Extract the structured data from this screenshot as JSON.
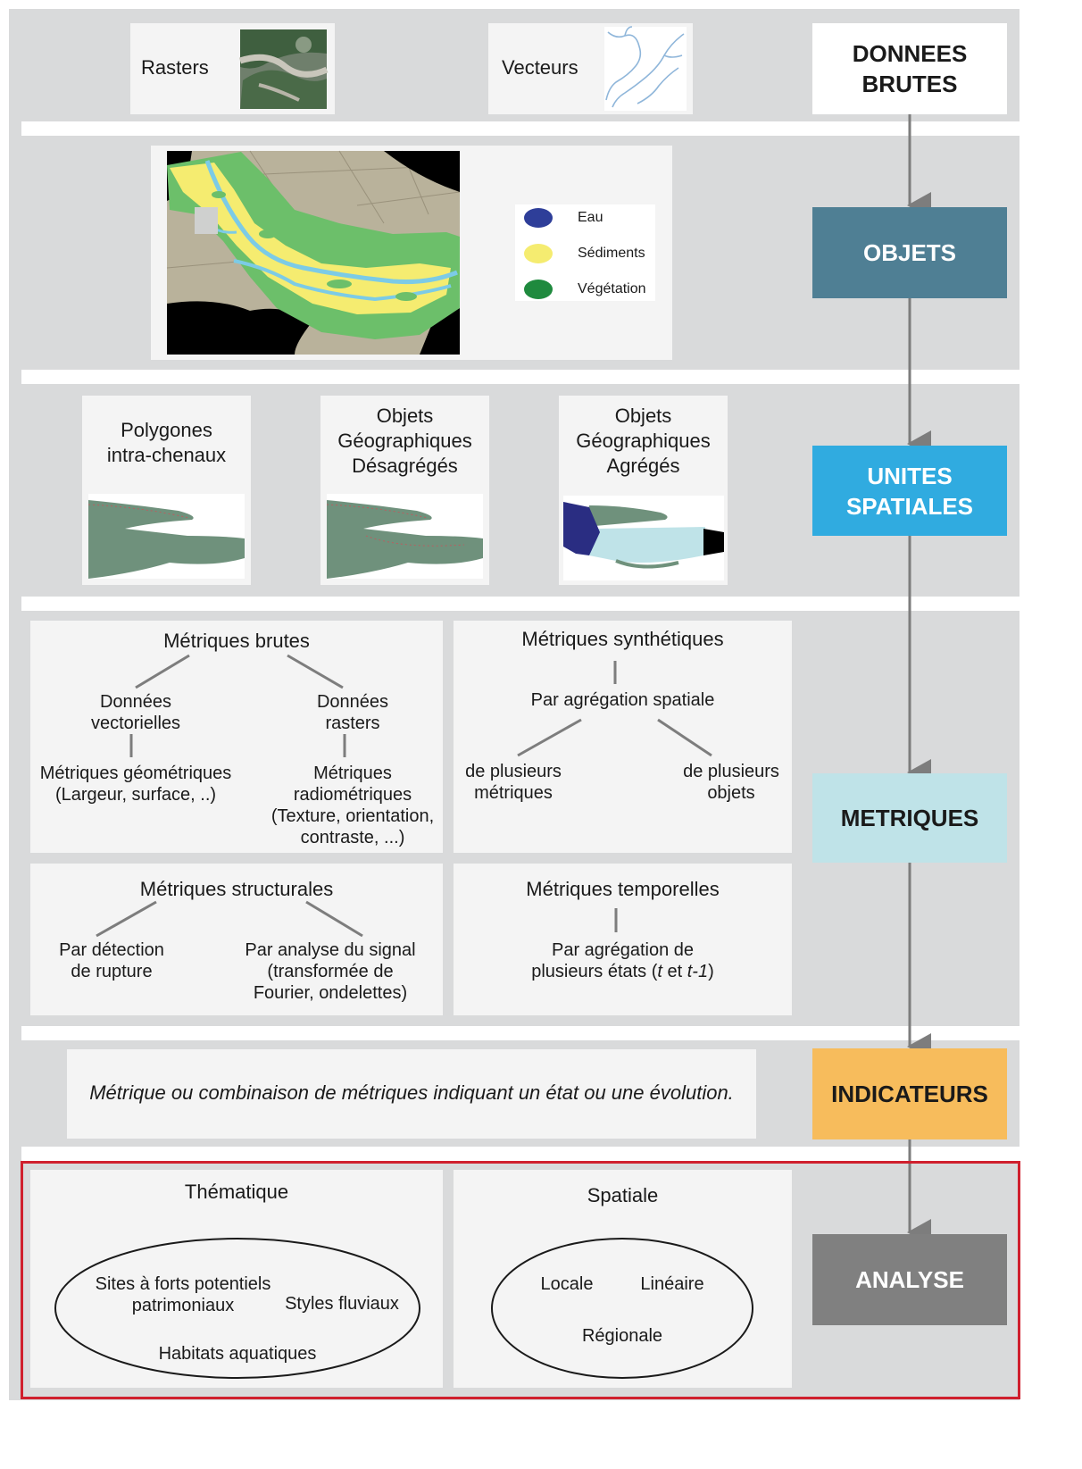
{
  "stages": {
    "donnees_brutes": "DONNEES\nBRUTES",
    "objets": "OBJETS",
    "unites_spatiales": "UNITES\nSPATIALES",
    "metriques": "METRIQUES",
    "indicateurs": "INDICATEURS",
    "analyse": "ANALYSE"
  },
  "colors": {
    "band": "#d9dadb",
    "card": "#f4f4f4",
    "objets": "#4f7f94",
    "unites_spatiales": "#30abe0",
    "metriques": "#bfe3e8",
    "indicateurs": "#f7bc5c",
    "analyse": "#808080",
    "analyse_frame": "#d0202e",
    "arrows": "#7d7d7d"
  },
  "donnees": {
    "rasters_label": "Rasters",
    "vecteurs_label": "Vecteurs"
  },
  "objets": {
    "legend": [
      {
        "label": "Eau",
        "color": "#2e3e99"
      },
      {
        "label": "Sédiments",
        "color": "#f5ec70"
      },
      {
        "label": "Végétation",
        "color": "#1f8a3e"
      }
    ]
  },
  "unites": {
    "polygones": "Polygones\nintra-chenaux",
    "desagreges": "Objets\nGéographiques\nDésagrégés",
    "agreges": "Objets\nGéographiques\nAgrégés"
  },
  "metriques": {
    "brutes": {
      "title": "Métriques brutes",
      "left_branch": "Données\nvectorielles",
      "right_branch": "Données\nrasters",
      "left_leaf": "Métriques géométriques\n(Largeur, surface, ..)",
      "right_leaf": "Métriques\nradiométriques\n(Texture, orientation,\ncontraste, ...)"
    },
    "synthetiques": {
      "title": "Métriques synthétiques",
      "middle": "Par agrégation spatiale",
      "left": "de plusieurs\nmétriques",
      "right": "de plusieurs\nobjets"
    },
    "structurales": {
      "title": "Métriques structurales",
      "left": "Par détection\nde rupture",
      "right": "Par analyse du signal\n(transformée de\nFourier, ondelettes)"
    },
    "temporelles": {
      "title": "Métriques temporelles",
      "line1": "Par agrégation de",
      "line2_prefix": "plusieurs états (",
      "t": "t",
      "et": " et ",
      "t1": "t-1",
      "close": ")"
    }
  },
  "indicateurs": {
    "definition": "Métrique ou combinaison de métriques indiquant un état ou une évolution."
  },
  "analyse": {
    "thematique": {
      "title": "Thématique",
      "items": [
        "Sites à forts potentiels\npatrimoniaux",
        "Styles fluviaux",
        "Habitats aquatiques"
      ]
    },
    "spatiale": {
      "title": "Spatiale",
      "items": [
        "Locale",
        "Linéaire",
        "Régionale"
      ]
    }
  }
}
